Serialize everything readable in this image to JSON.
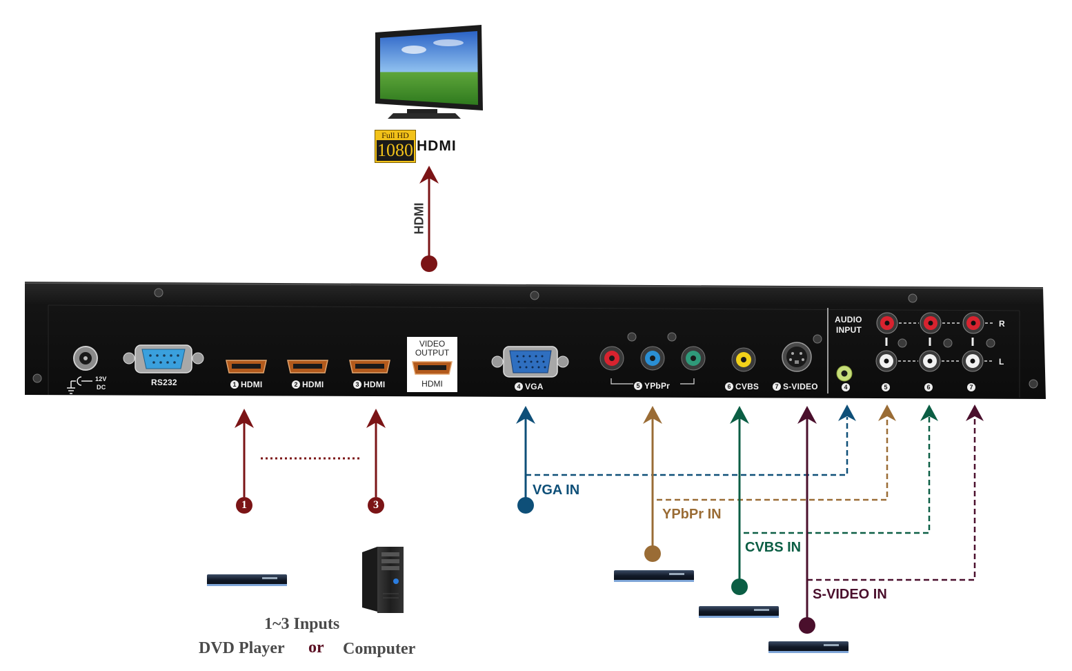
{
  "display": {
    "logo_full_hd": "Full HD",
    "logo_1080": "1080",
    "logo_hdmi": "HDMI"
  },
  "output_line": {
    "label": "HDMI",
    "color": "#7b1416"
  },
  "device": {
    "power_label_12v": "12V",
    "power_label_dc": "DC",
    "rs232": "RS232",
    "hdmi1": "HDMI",
    "hdmi2": "HDMI",
    "hdmi3": "HDMI",
    "video_output_line1": "VIDEO",
    "video_output_line2": "OUTPUT",
    "video_output_line3": "HDMI",
    "vga": "VGA",
    "ypbpr": "YPbPr",
    "cvbs": "CVBS",
    "svideo": "S-VIDEO",
    "audio_input_line1": "AUDIO",
    "audio_input_line2": "INPUT",
    "audio_num_4": "4",
    "audio_num_5": "5",
    "audio_num_6": "6",
    "audio_num_7": "7",
    "channel_r": "R",
    "channel_l": "L",
    "port_numbers": [
      "1",
      "2",
      "3",
      "4",
      "5",
      "6",
      "7"
    ]
  },
  "inputs": {
    "hdmi_badge_1": "1",
    "hdmi_badge_3": "3",
    "vga_in": "VGA IN",
    "ypbpr_in": "YPbPr IN",
    "cvbs_in": "CVBS IN",
    "svideo_in": "S-VIDEO IN"
  },
  "caption": {
    "line1": "1~3 Inputs",
    "dvd": "DVD Player",
    "or": "or",
    "computer": "Computer"
  },
  "colors": {
    "hdmi": "#7b1416",
    "vga": "#0e4f78",
    "ypbpr": "#9a6c35",
    "cvbs": "#0b5e44",
    "svideo": "#4a0f2c",
    "device_body": "#151515"
  }
}
